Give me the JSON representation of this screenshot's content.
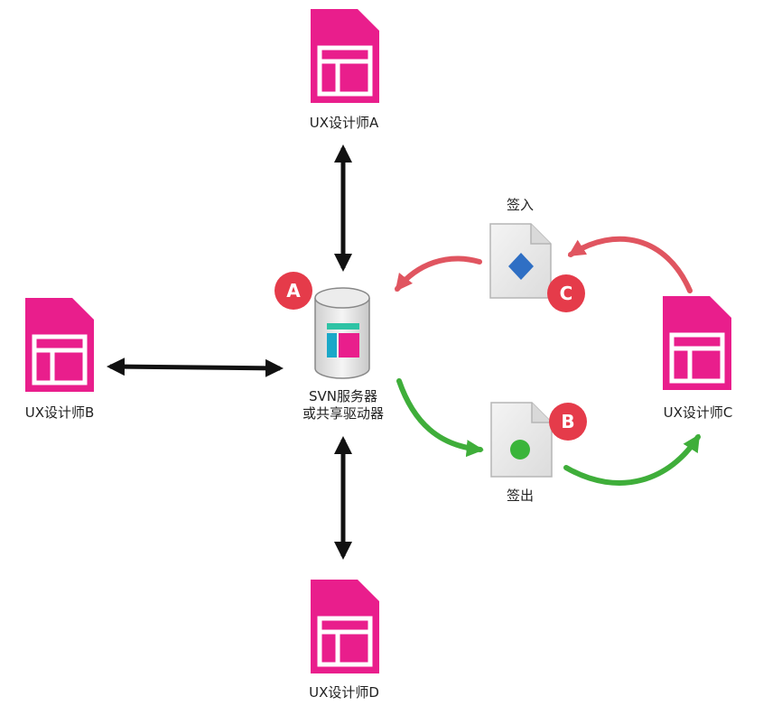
{
  "colors": {
    "designer": "#e91e8c",
    "checkin_arrow": "#e05560",
    "checkout_arrow": "#3fae3a",
    "badge": "#e53b4a",
    "sync_arrow": "#111111",
    "doc_diamond": "#2f6fc4",
    "doc_dot": "#3ab53a"
  },
  "designers": {
    "a": {
      "label": "UX设计师A",
      "icon": "document-layout-icon"
    },
    "b": {
      "label": "UX设计师B",
      "icon": "document-layout-icon"
    },
    "c": {
      "label": "UX设计师C",
      "icon": "document-layout-icon"
    },
    "d": {
      "label": "UX设计师D",
      "icon": "document-layout-icon"
    }
  },
  "server": {
    "line1": "SVN服务器",
    "line2": "或共享驱动器",
    "icon": "database-cylinder-icon",
    "badge": "A"
  },
  "checkin": {
    "label": "签入",
    "badge": "C",
    "icon": "document-diamond-icon"
  },
  "checkout": {
    "label": "签出",
    "badge": "B",
    "icon": "document-dot-icon"
  }
}
